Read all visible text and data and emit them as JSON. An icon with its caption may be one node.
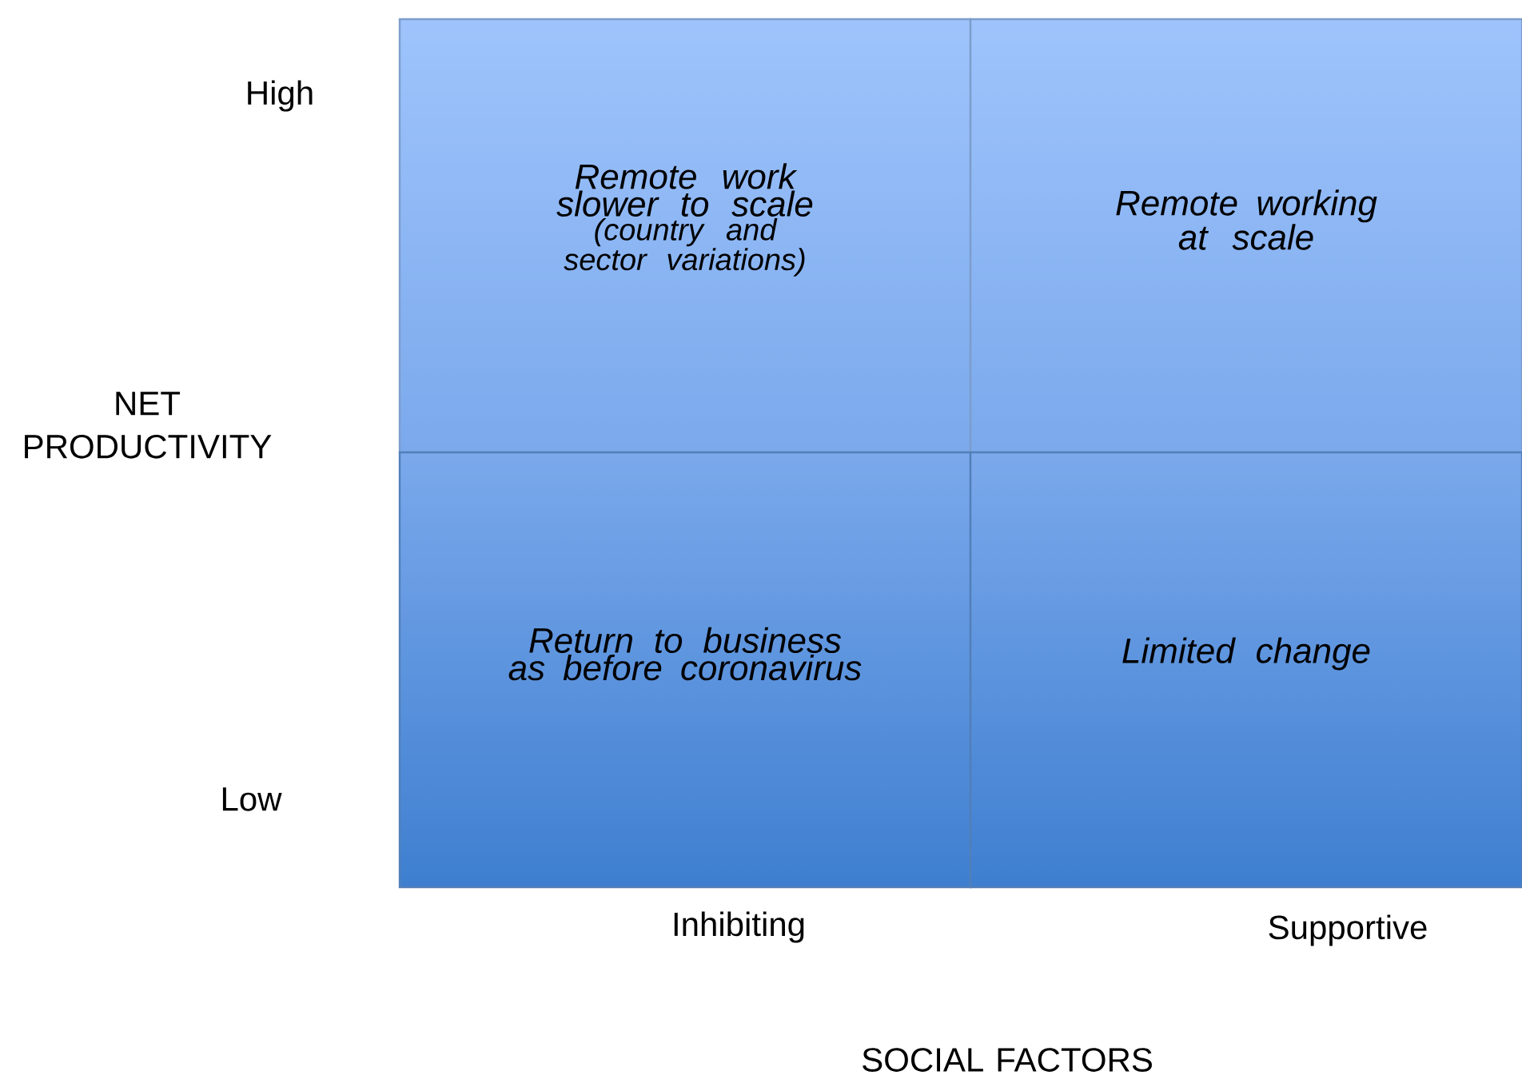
{
  "diagram": {
    "nodes": [
      {
        "text": [
          "Remote work slower to scale",
          "(country and sector variations)"
        ]
      },
      {
        "text": [
          "Remote working at scale"
        ]
      },
      {
        "text": [
          "Return to business as before coronavirus"
        ]
      },
      {
        "text": [
          "Limited change"
        ]
      }
    ],
    "labels": [
      "High",
      "NET PRODUCTIVITY",
      "Low",
      "Inhibiting",
      "Supportive",
      "SOCIAL FACTORS"
    ]
  }
}
